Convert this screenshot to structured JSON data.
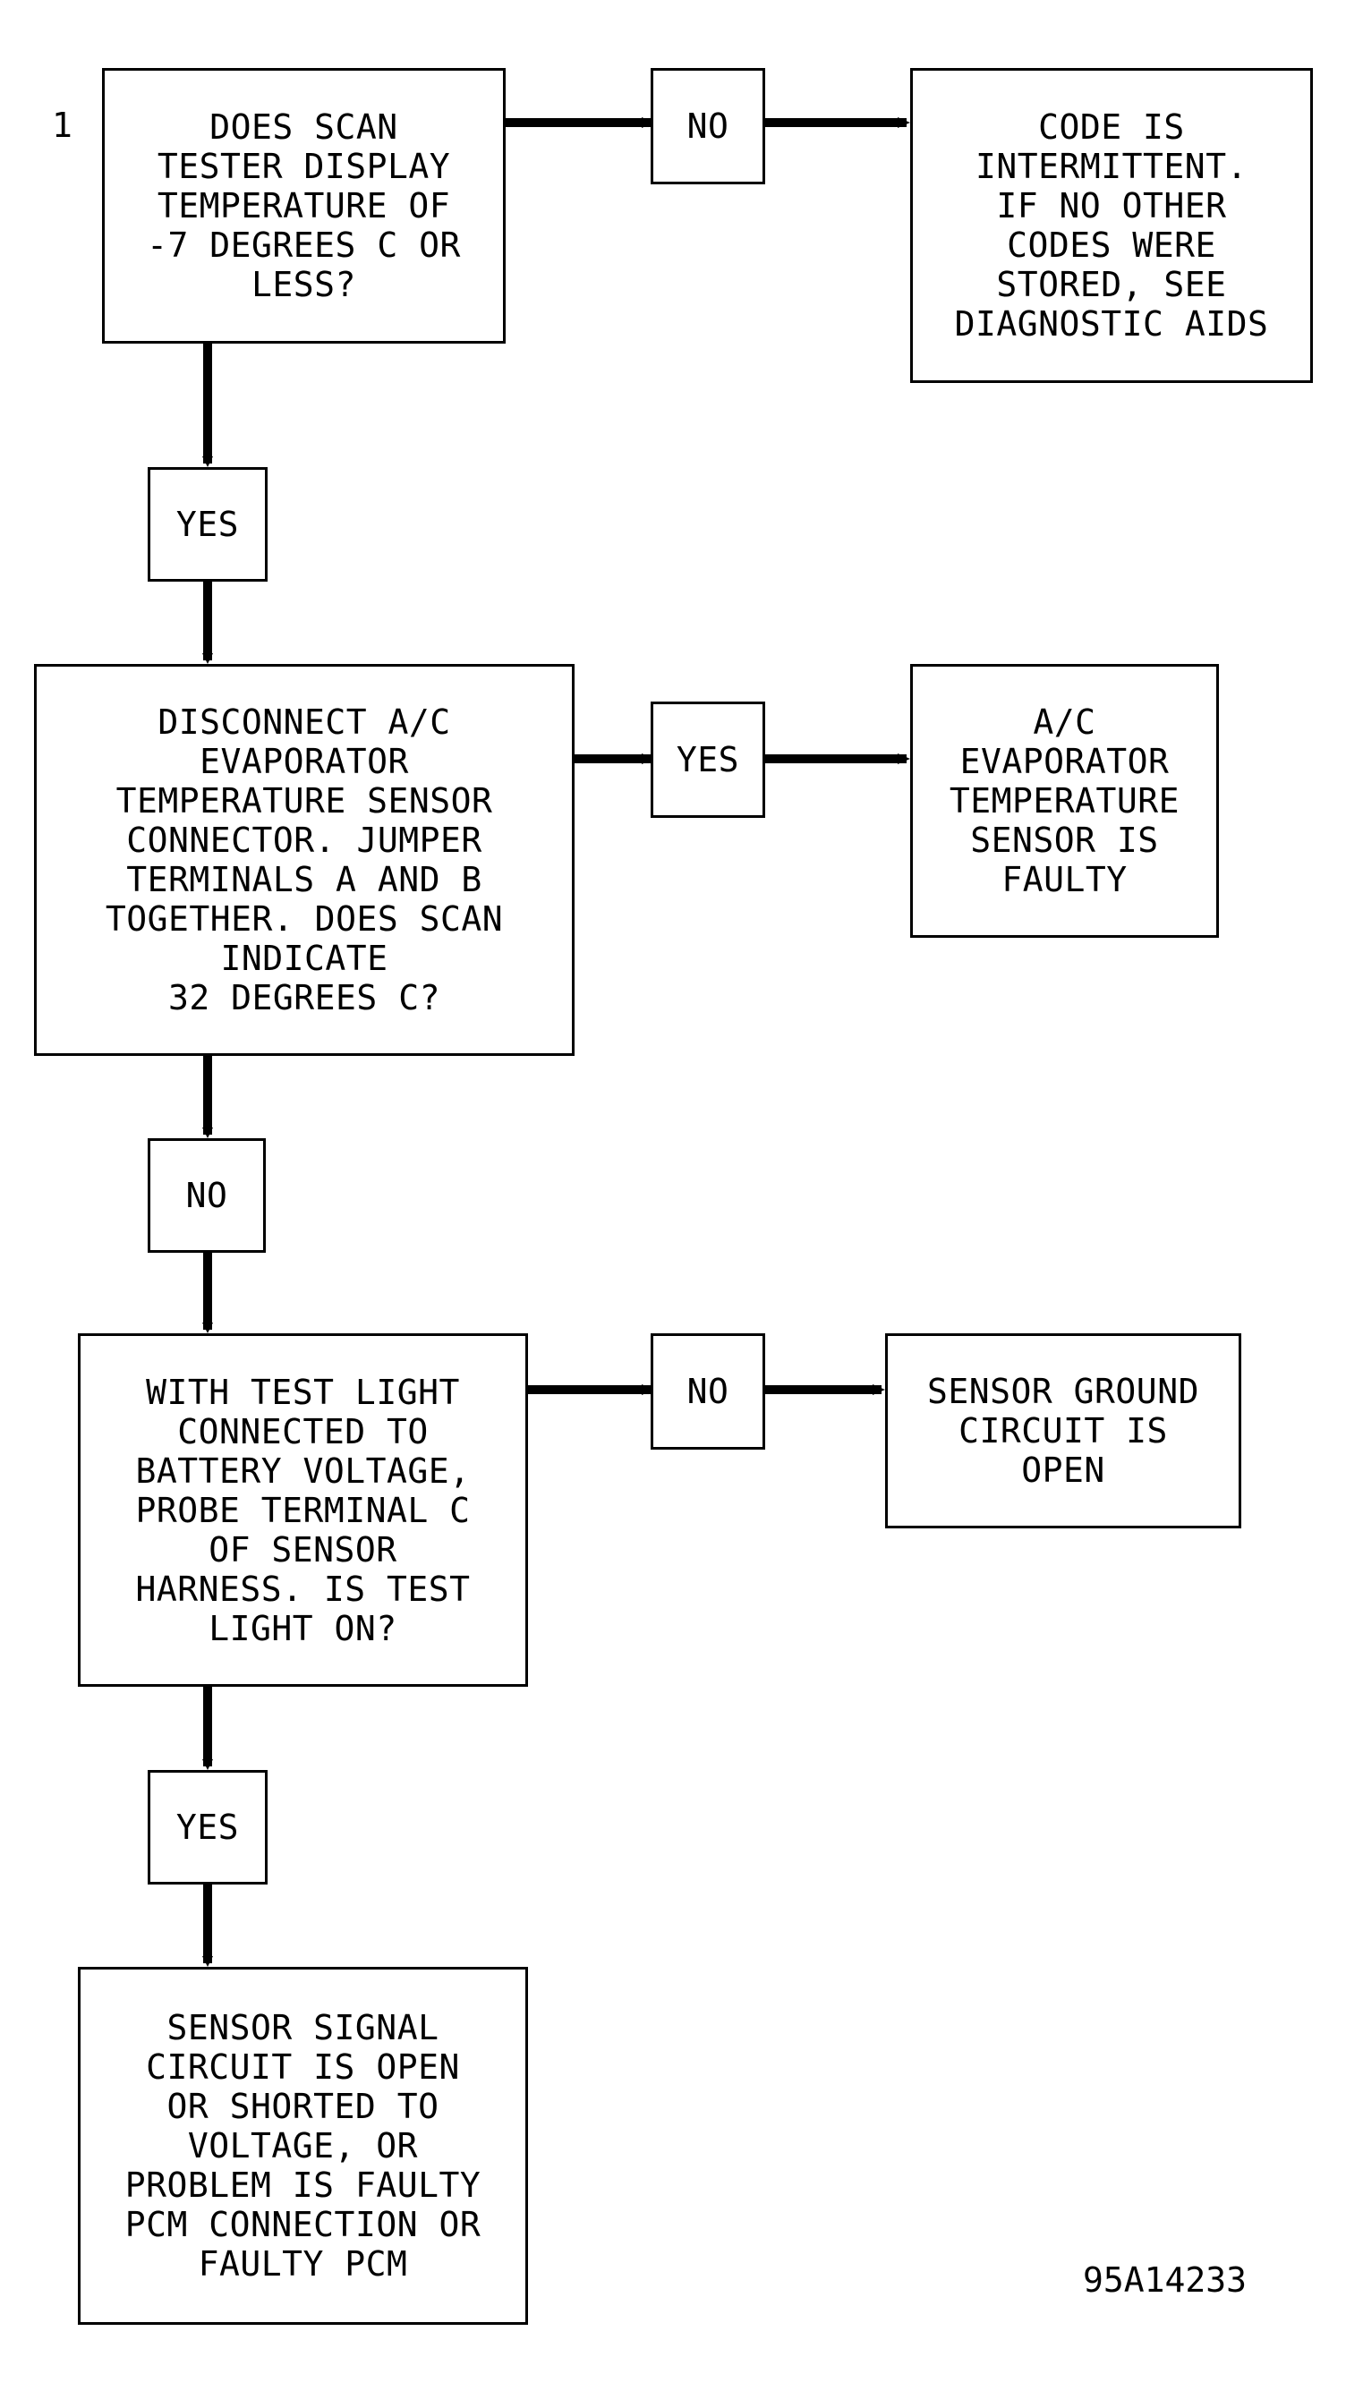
{
  "step_number": "1",
  "figure_id": "95A14233",
  "nodes": {
    "q1": "DOES SCAN\nTESTER DISPLAY\nTEMPERATURE OF\n-7 DEGREES C OR\nLESS?",
    "q1_no": "NO",
    "result_intermittent": "CODE IS\nINTERMITTENT.\nIF NO OTHER\nCODES WERE\nSTORED, SEE\nDIAGNOSTIC AIDS",
    "q1_yes": "YES",
    "q2": "DISCONNECT A/C\nEVAPORATOR\nTEMPERATURE SENSOR\nCONNECTOR. JUMPER\nTERMINALS A AND B\nTOGETHER. DOES SCAN\nINDICATE\n32 DEGREES C?",
    "q2_yes": "YES",
    "result_sensor_faulty": "A/C\nEVAPORATOR\nTEMPERATURE\nSENSOR IS\nFAULTY",
    "q2_no": "NO",
    "q3": "WITH TEST LIGHT\nCONNECTED TO\nBATTERY VOLTAGE,\nPROBE TERMINAL C\nOF SENSOR\nHARNESS. IS TEST\nLIGHT ON?",
    "q3_no": "NO",
    "result_ground_open": "SENSOR GROUND\nCIRCUIT IS\nOPEN",
    "q3_yes": "YES",
    "result_signal_circuit": "SENSOR SIGNAL\nCIRCUIT IS OPEN\nOR SHORTED TO\nVOLTAGE, OR\nPROBLEM IS FAULTY\nPCM CONNECTION OR\nFAULTY PCM"
  }
}
